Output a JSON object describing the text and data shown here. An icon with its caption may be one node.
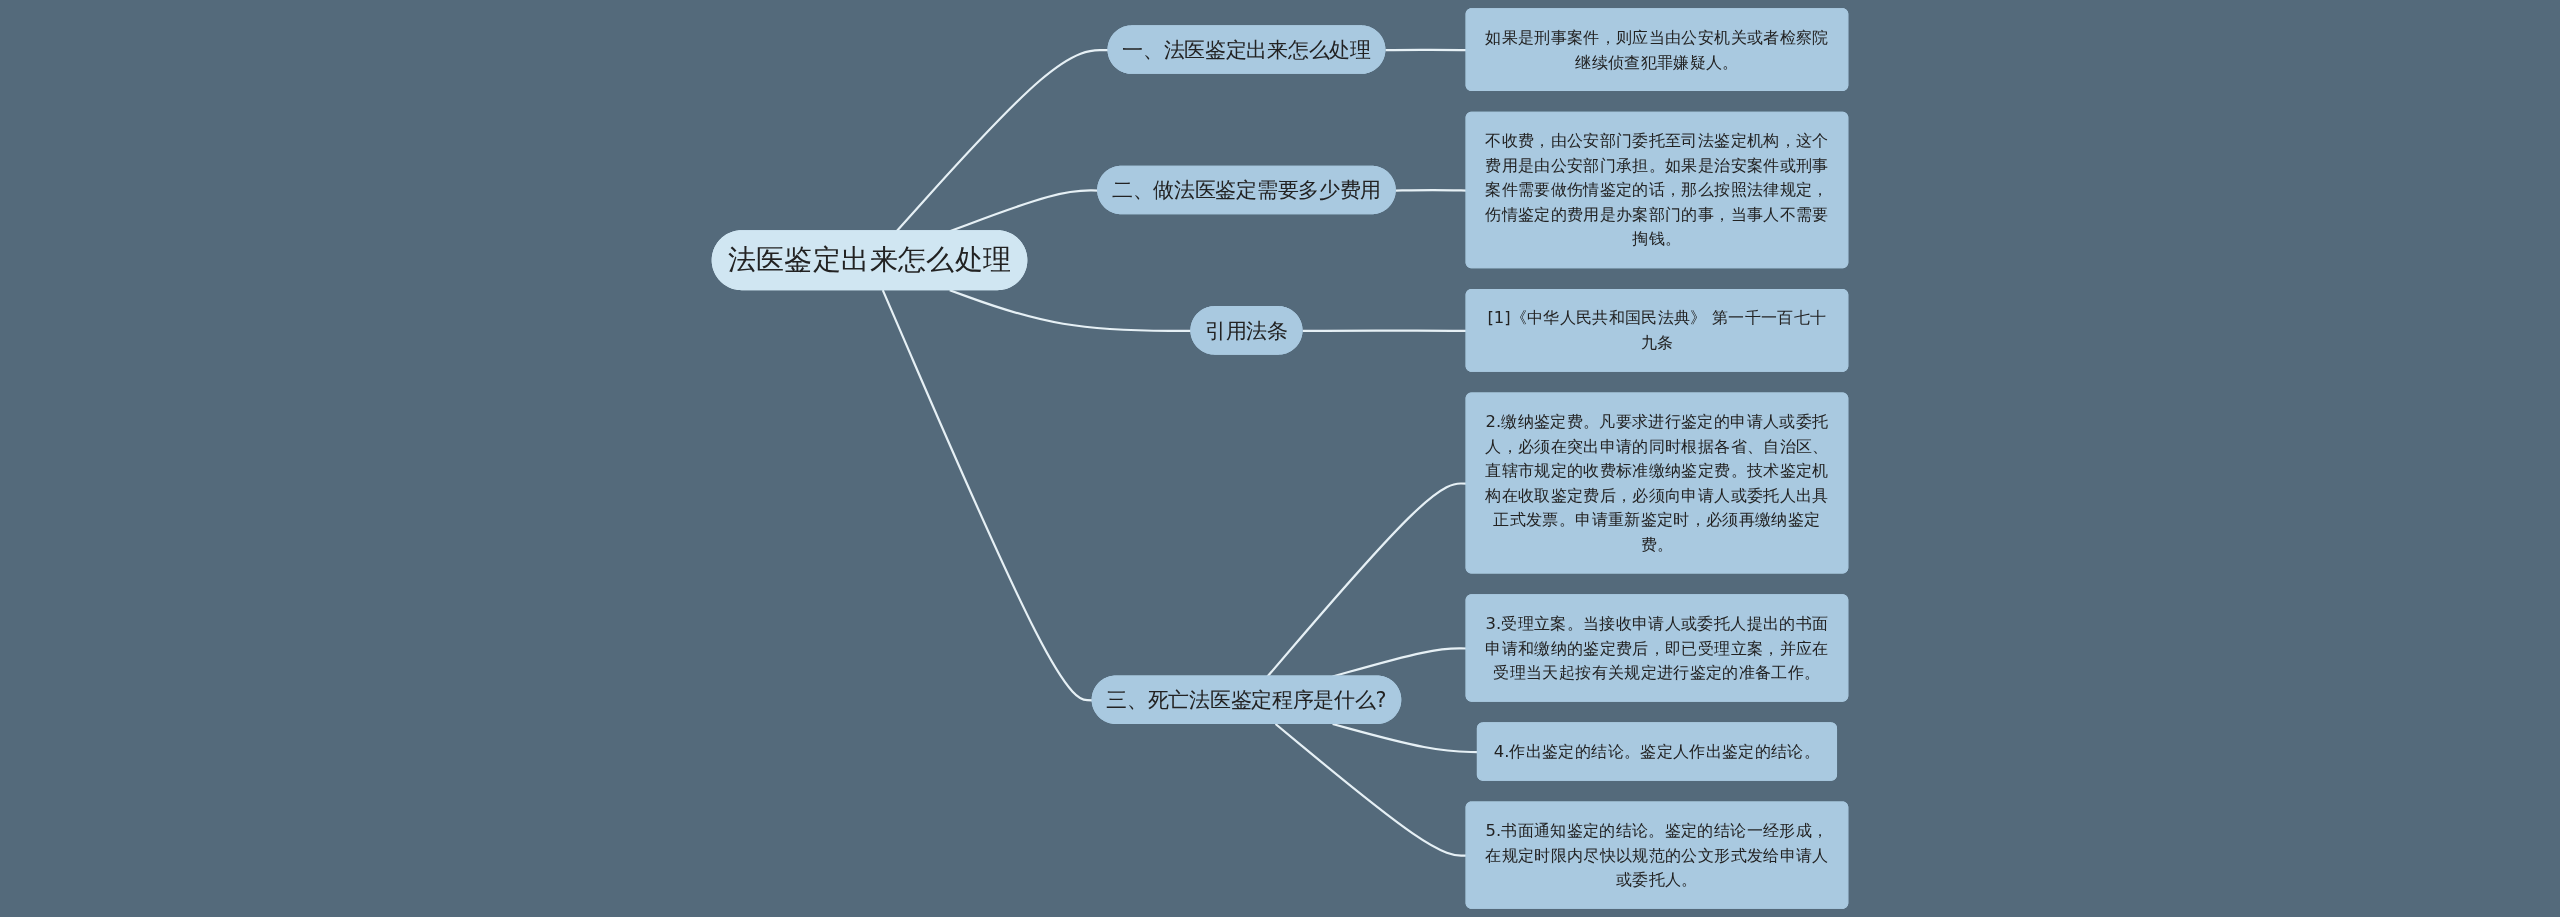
{
  "diagram": {
    "nodes": [
      {
        "text": [
          "法医鉴定出来怎么处理"
        ]
      },
      {
        "text": [
          "一、法医鉴定出来怎么处理"
        ]
      },
      {
        "text": [
          "如果是刑事案件，则应当由公安机关或者检察院继续侦查犯罪嫌疑人。"
        ]
      },
      {
        "text": [
          "二、做法医鉴定需要多少费用"
        ]
      },
      {
        "text": [
          "不收费，由公安部门委托至司法鉴定机构，这个费用是由公安部门承担。如果是治安案件或刑事案件需要做伤情鉴定的话，那么按照法律规定，伤情鉴定的费用是办案部门的事，当事人不需要掏钱。"
        ]
      },
      {
        "text": [
          "引用法条"
        ]
      },
      {
        "text": [
          "[1]《中华人民共和国民法典》 第一千一百七十九条"
        ]
      },
      {
        "text": [
          "三、死亡法医鉴定程序是什么?"
        ]
      },
      {
        "text": [
          "2.缴纳鉴定费。凡要求进行鉴定的申请人或委托人，必须在突出申请的同时根据各省、自治区、直辖市规定的收费标准缴纳鉴定费。技术鉴定机构在收取鉴定费后，必须向申请人或委托人出具正式发票。申请重新鉴定时，必须再缴纳鉴定费。"
        ]
      },
      {
        "text": [
          "3.受理立案。当接收申请人或委托人提出的书面申请和缴纳的鉴定费后，即已受理立案，并应在受理当天起按有关规定进行鉴定的准备工作。"
        ]
      },
      {
        "text": [
          "4.作出鉴定的结论。鉴定人作出鉴定的结论。"
        ]
      },
      {
        "text": [
          "5.书面通知鉴定的结论。鉴定的结论一经形成，在规定时限内尽快以规范的公文形式发给申请人或委托人。"
        ]
      }
    ],
    "edges": [
      {
        "from": 0,
        "to": 1,
        "arrow": "none"
      },
      {
        "from": 1,
        "to": 2,
        "arrow": "none"
      },
      {
        "from": 0,
        "to": 3,
        "arrow": "none"
      },
      {
        "from": 3,
        "to": 4,
        "arrow": "none"
      },
      {
        "from": 0,
        "to": 5,
        "arrow": "none"
      },
      {
        "from": 5,
        "to": 6,
        "arrow": "none"
      },
      {
        "from": 0,
        "to": 7,
        "arrow": "none"
      },
      {
        "from": 7,
        "to": 8,
        "arrow": "none"
      },
      {
        "from": 7,
        "to": 9,
        "arrow": "none"
      },
      {
        "from": 7,
        "to": 10,
        "arrow": "none"
      },
      {
        "from": 7,
        "to": 11,
        "arrow": "none"
      }
    ]
  }
}
